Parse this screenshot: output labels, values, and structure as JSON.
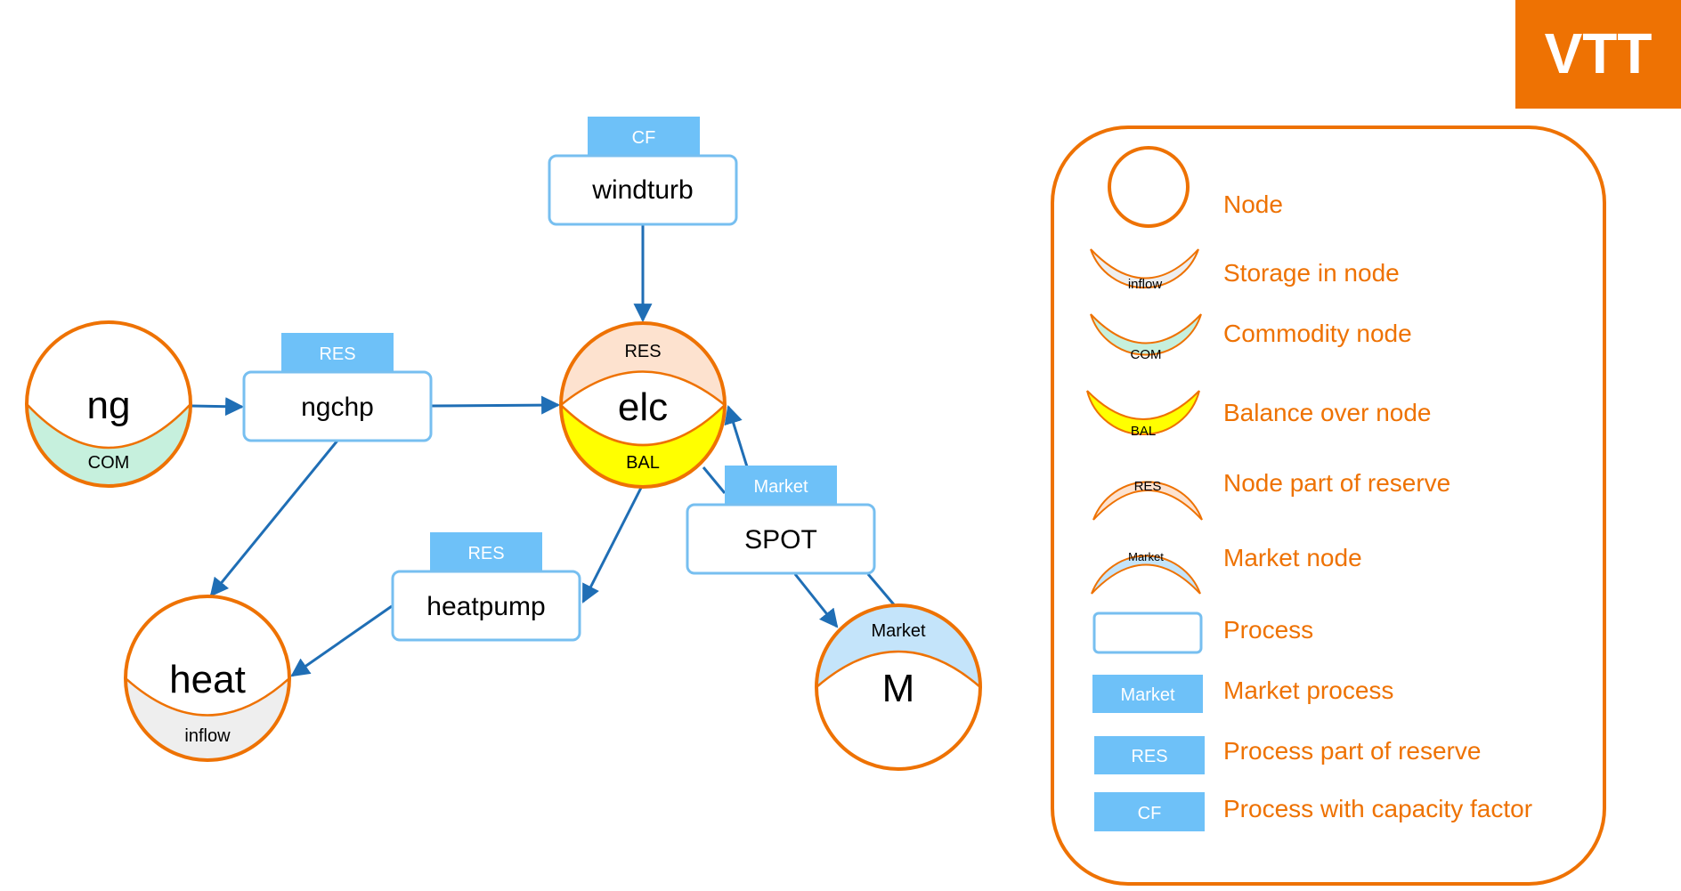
{
  "logo": {
    "text": "VTT",
    "color": "#ee7203"
  },
  "colors": {
    "orange": "#ee7203",
    "process_border": "#77bff0",
    "process_tag": "#6ec1f8",
    "arrow": "#1f6eb5",
    "commodity_fill": "#c6f0dd",
    "balance_fill": "#ffff00",
    "reserve_fill": "#fde2cf",
    "market_fill": "#c4e4fa",
    "storage_fill": "#eeeeee"
  },
  "nodes": {
    "ng": {
      "name": "ng",
      "tag": "COM"
    },
    "elc": {
      "name": "elc",
      "top_tag": "RES",
      "bottom_tag": "BAL"
    },
    "heat": {
      "name": "heat",
      "tag": "inflow"
    },
    "m": {
      "name": "M",
      "tag": "Market"
    }
  },
  "processes": {
    "windturb": {
      "name": "windturb",
      "tag": "CF"
    },
    "ngchp": {
      "name": "ngchp",
      "tag": "RES"
    },
    "heatpump": {
      "name": "heatpump",
      "tag": "RES"
    },
    "spot": {
      "name": "SPOT",
      "tag": "Market"
    }
  },
  "legend": {
    "node": "Node",
    "storage": {
      "label": "Storage in node",
      "tag": "inflow"
    },
    "commodity": {
      "label": "Commodity node",
      "tag": "COM"
    },
    "balance": {
      "label": "Balance over node",
      "tag": "BAL"
    },
    "reserve": {
      "label": "Node part of reserve",
      "tag": "RES"
    },
    "market": {
      "label": "Market node",
      "tag": "Market"
    },
    "process": "Process",
    "market_process": {
      "label": "Market process",
      "tag": "Market"
    },
    "reserve_process": {
      "label": "Process part of reserve",
      "tag": "RES"
    },
    "cf_process": {
      "label": "Process with capacity factor",
      "tag": "CF"
    }
  }
}
